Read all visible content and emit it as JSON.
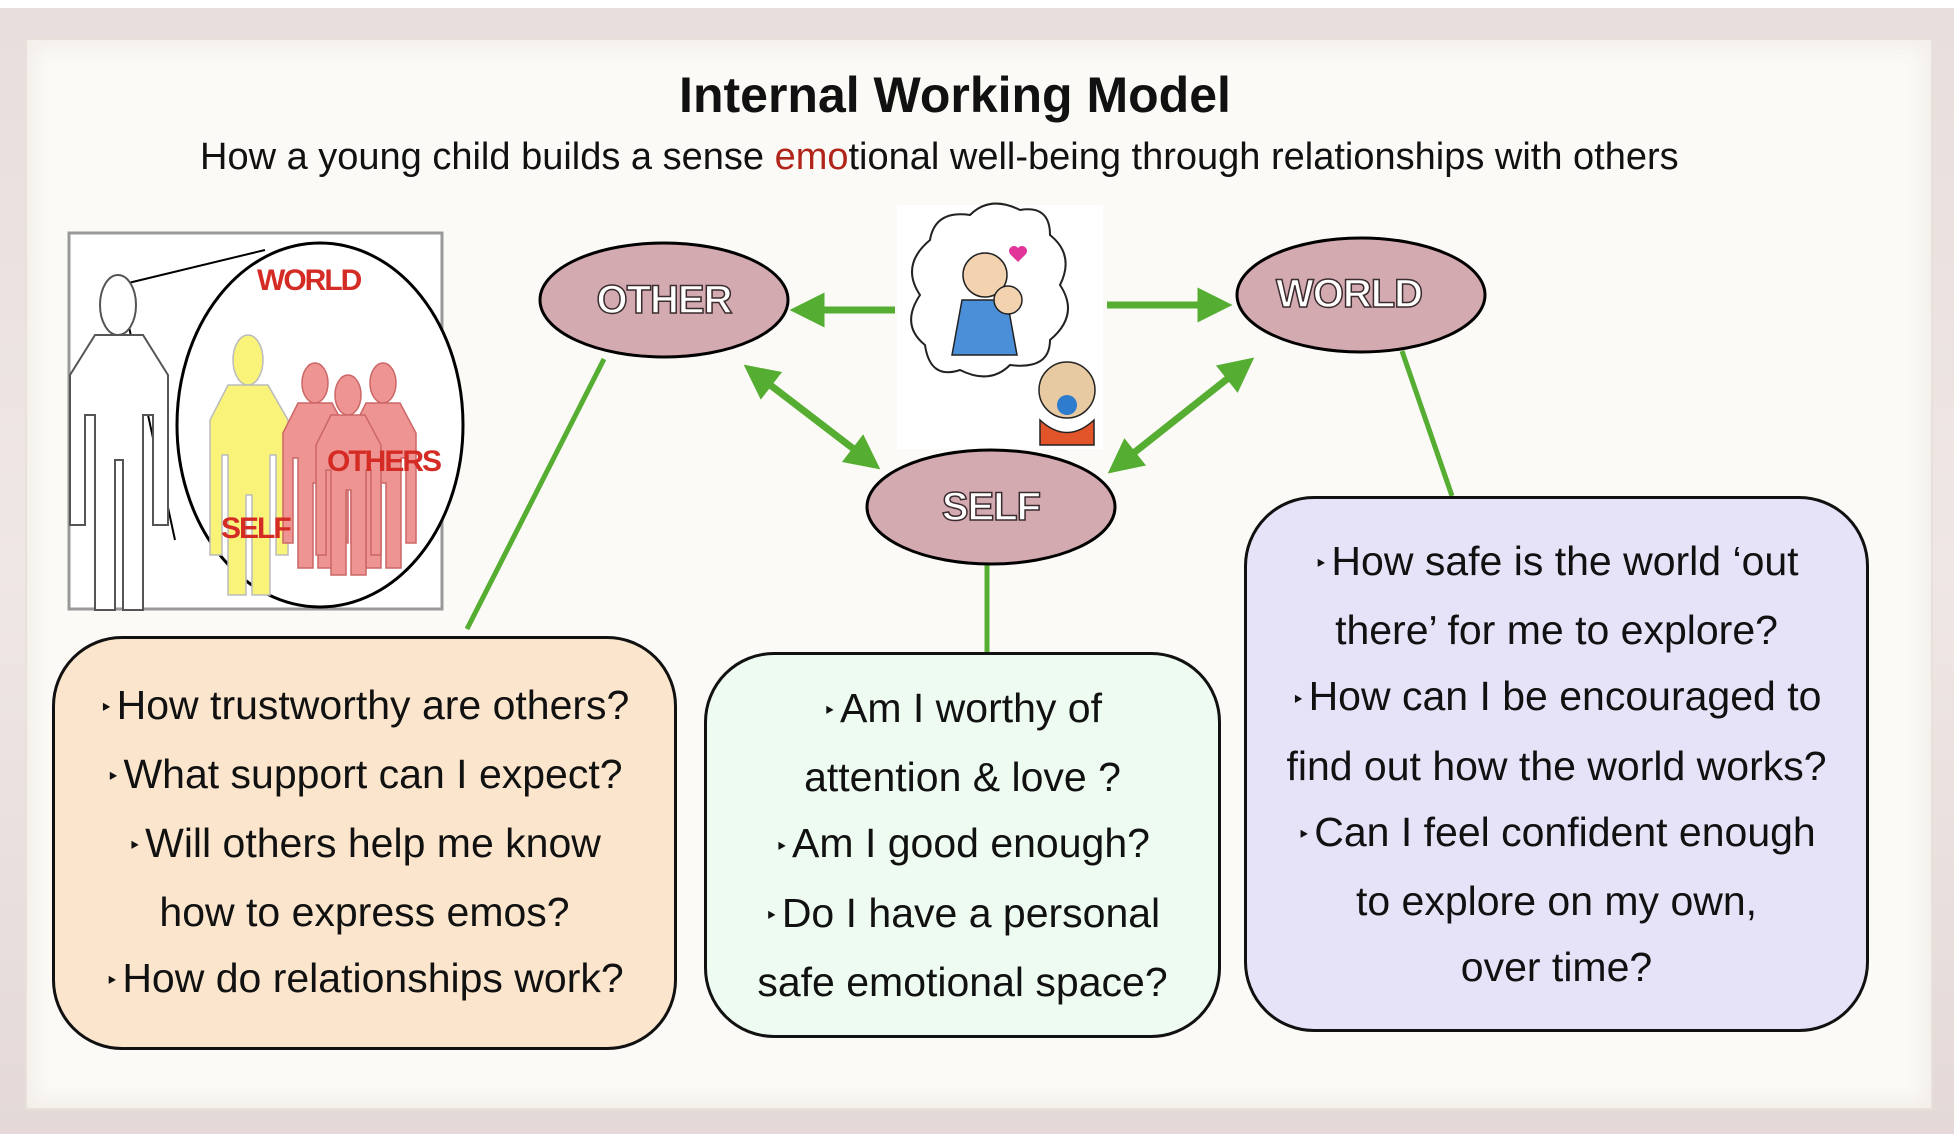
{
  "title": "Internal Working Model",
  "subtitle": {
    "before": "How a young child builds a sense ",
    "highlight": "emo",
    "after": "tional well-being through relationships with others"
  },
  "figure_labels": {
    "world": "WORLD",
    "others": "OTHERS",
    "self": "SELF"
  },
  "nodes": {
    "other": "OTHER",
    "world": "WORLD",
    "self": "SELF"
  },
  "boxes": {
    "other": [
      "How trustworthy are others?",
      "What support can I expect?",
      "Will others help me know",
      "how to express emos?",
      "How do relationships work?"
    ],
    "self": [
      "Am I worthy of",
      "attention & love ?",
      "Am I good enough?",
      "Do I have a personal",
      "safe emotional space?"
    ],
    "world": [
      "How safe is the world ‘out",
      "there’ for me to explore?",
      "How can I be encouraged to",
      "find out how the world works?",
      "Can I feel confident enough",
      "to explore on my own,",
      "over time?"
    ]
  },
  "bullet": "‣",
  "colors": {
    "node_fill": "#d4aab1",
    "arrow": "#55ad32",
    "other_box": "#fbe6cd",
    "self_box": "#eefbf1",
    "world_box": "#e6e2f8",
    "highlight": "#b1241a"
  }
}
